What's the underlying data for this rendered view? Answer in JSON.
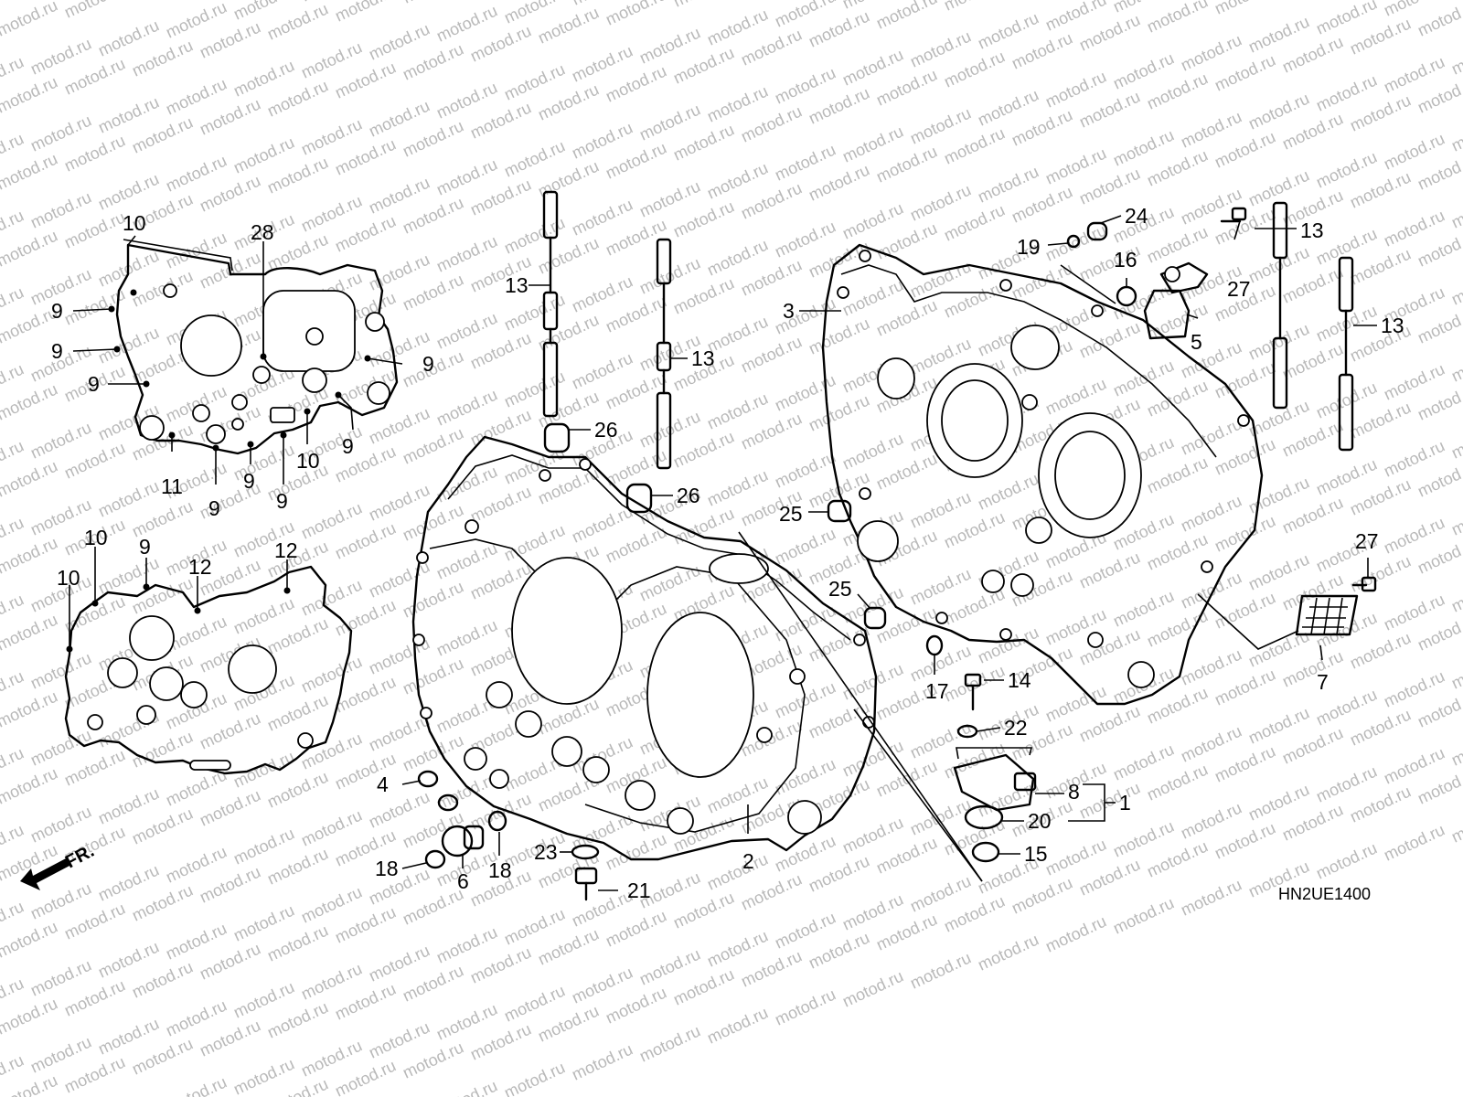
{
  "watermark": "motod.ru",
  "diagram_code": "HN2UE1400",
  "direction_label": "FR.",
  "callouts": {
    "c1": "1",
    "c2": "2",
    "c3": "3",
    "c4": "4",
    "c5": "5",
    "c6": "6",
    "c7": "7",
    "c8": "8",
    "c9": "9",
    "c10": "10",
    "c11": "11",
    "c12": "12",
    "c13": "13",
    "c14": "14",
    "c15": "15",
    "c16": "16",
    "c17": "17",
    "c18": "18",
    "c19": "19",
    "c20": "20",
    "c21": "21",
    "c22": "22",
    "c23": "23",
    "c24": "24",
    "c25": "25",
    "c26": "26",
    "c27": "27",
    "c28": "28"
  }
}
